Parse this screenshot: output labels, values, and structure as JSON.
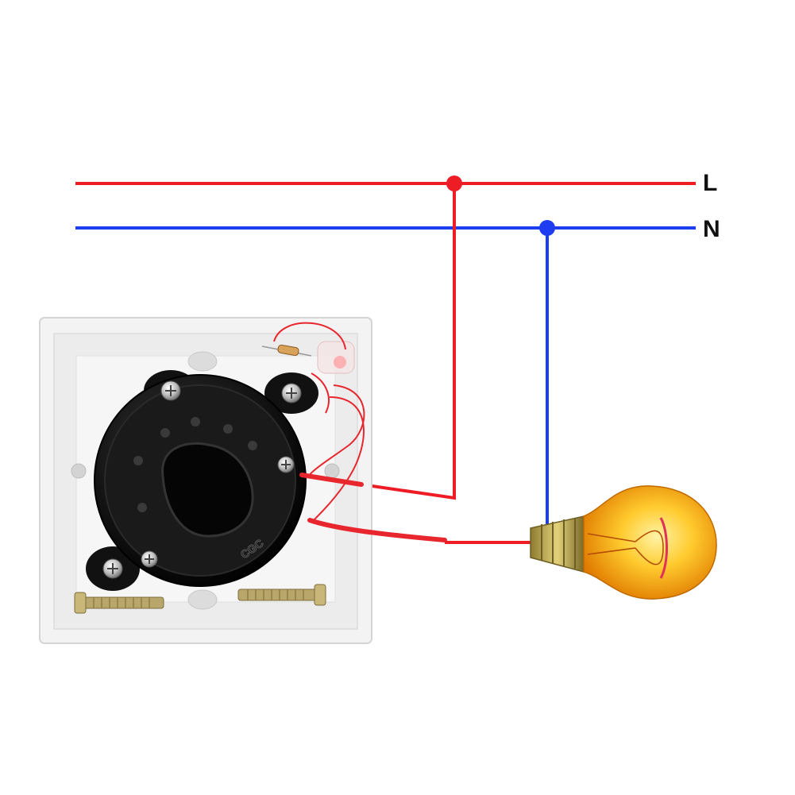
{
  "lines": {
    "live": {
      "label": "L",
      "color": "#ee1c25"
    },
    "neutral": {
      "label": "N",
      "color": "#1f3df0"
    }
  },
  "device": {
    "plate_color": "#f3f3f3",
    "body_color": "#111111",
    "brand_mark": "CGC"
  },
  "wire_colors": {
    "red": "#e8262d",
    "blue": "#2a44f2"
  },
  "lamp": {
    "glass_color": "#f7a800",
    "base_color": "#c9b24a"
  }
}
